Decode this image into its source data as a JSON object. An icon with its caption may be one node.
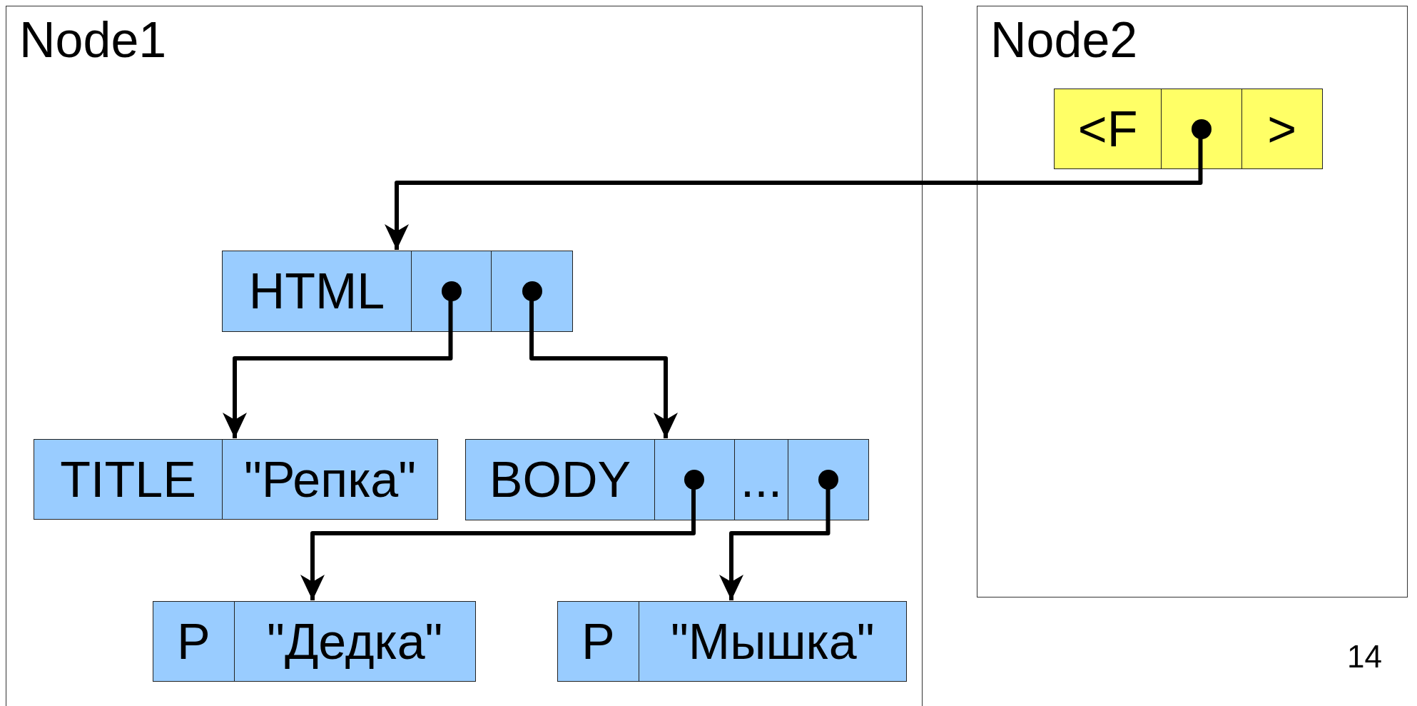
{
  "diagram": {
    "nodes": [
      {
        "text": [
          "Node1"
        ]
      },
      {
        "text": [
          "HTML"
        ],
        "in": 0
      },
      {
        "text": [],
        "shape": "box",
        "in": 1
      },
      {
        "text": [],
        "shape": "box",
        "in": 1
      },
      {
        "text": [
          "TITLE",
          "\"Репка\""
        ],
        "in": 0
      },
      {
        "text": [
          "BODY",
          "..."
        ],
        "in": 0
      },
      {
        "text": [],
        "shape": "box",
        "in": 5
      },
      {
        "text": [],
        "shape": "box",
        "in": 5
      },
      {
        "text": [
          "P",
          "\"Дедка\""
        ],
        "in": 0
      },
      {
        "text": [
          "P",
          "\"Мышка\""
        ],
        "in": 0
      },
      {
        "text": [
          "Node2"
        ]
      },
      {
        "text": [
          "<F",
          ">"
        ],
        "in": 10
      },
      {
        "text": [],
        "shape": "box",
        "in": 11
      }
    ],
    "edges": [
      {
        "from": 12,
        "to": 1,
        "arrow": "to"
      },
      {
        "from": 2,
        "to": 4,
        "arrow": "to"
      },
      {
        "from": 3,
        "to": 5,
        "arrow": "to"
      },
      {
        "from": 6,
        "to": 8,
        "arrow": "to"
      },
      {
        "from": 7,
        "to": 9,
        "arrow": "to"
      }
    ],
    "labels": [
      "14"
    ]
  }
}
